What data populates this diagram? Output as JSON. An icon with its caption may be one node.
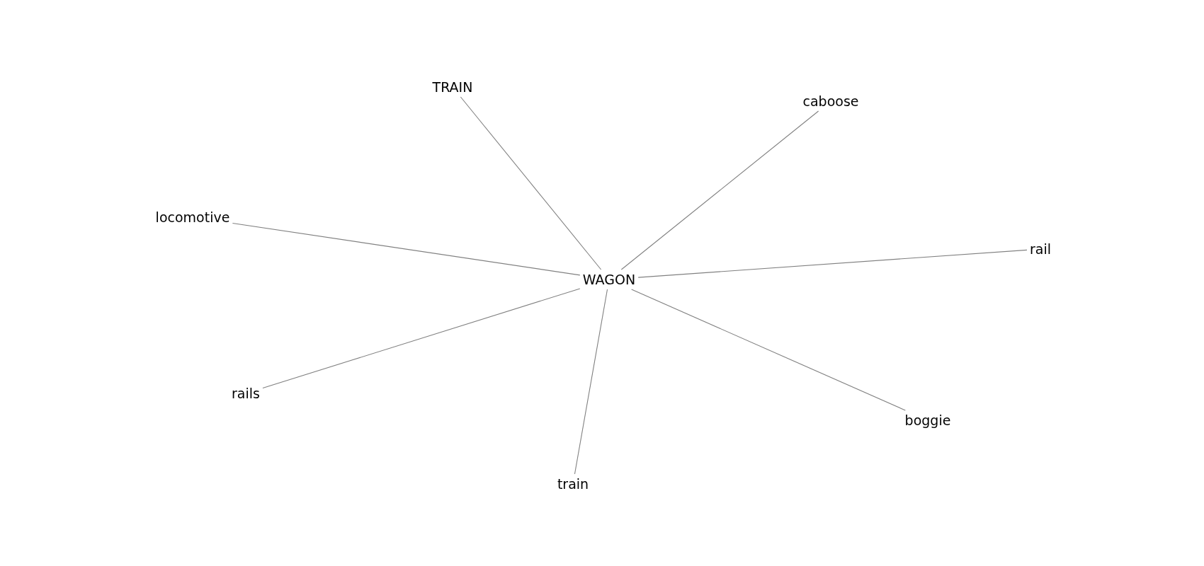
{
  "diagram": {
    "nodes": [
      {
        "text": [
          "TRAIN"
        ]
      },
      {
        "text": [
          "caboose"
        ]
      },
      {
        "text": [
          "locomotive"
        ]
      },
      {
        "text": [
          "rail"
        ]
      },
      {
        "text": [
          "WAGON"
        ]
      },
      {
        "text": [
          "rails"
        ]
      },
      {
        "text": [
          "boggie"
        ]
      },
      {
        "text": [
          "train"
        ]
      }
    ],
    "edges": [
      {
        "from": 4,
        "to": 0,
        "arrow": "none"
      },
      {
        "from": 4,
        "to": 1,
        "arrow": "none"
      },
      {
        "from": 4,
        "to": 2,
        "arrow": "none"
      },
      {
        "from": 4,
        "to": 3,
        "arrow": "none"
      },
      {
        "from": 4,
        "to": 5,
        "arrow": "none"
      },
      {
        "from": 4,
        "to": 6,
        "arrow": "none"
      },
      {
        "from": 4,
        "to": 7,
        "arrow": "none"
      }
    ]
  }
}
